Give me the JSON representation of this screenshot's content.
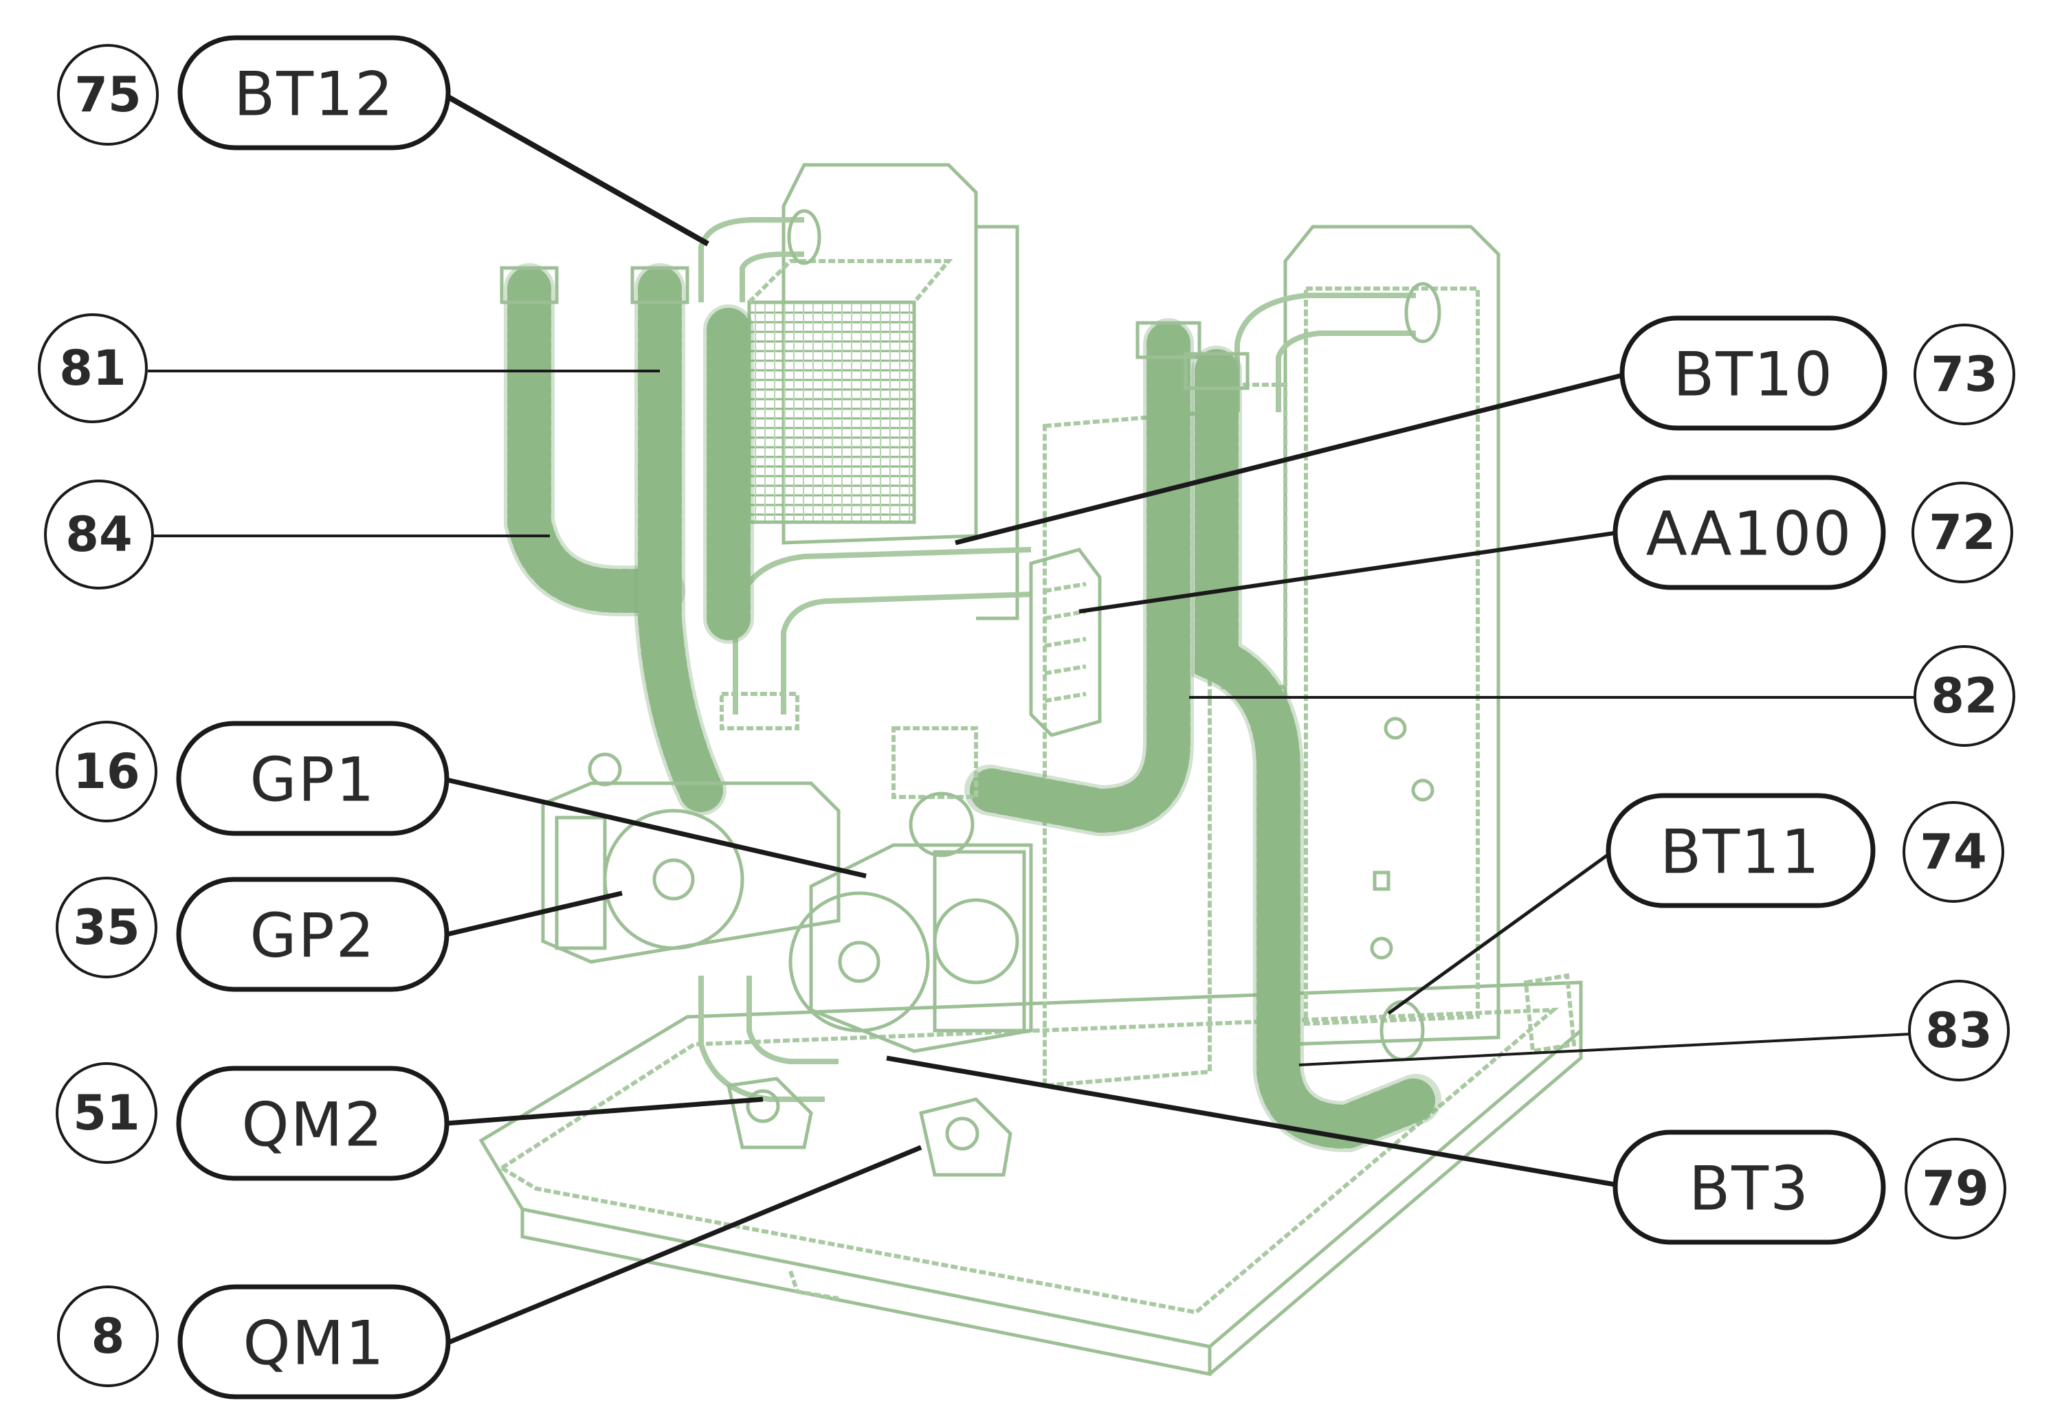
{
  "callouts": [
    {
      "id": "75",
      "tag": "BT12"
    },
    {
      "id": "81",
      "tag": ""
    },
    {
      "id": "84",
      "tag": ""
    },
    {
      "id": "73",
      "tag": "BT10"
    },
    {
      "id": "72",
      "tag": "AA100"
    },
    {
      "id": "82",
      "tag": ""
    },
    {
      "id": "16",
      "tag": "GP1"
    },
    {
      "id": "35",
      "tag": "GP2"
    },
    {
      "id": "74",
      "tag": "BT11"
    },
    {
      "id": "83",
      "tag": ""
    },
    {
      "id": "51",
      "tag": "QM2"
    },
    {
      "id": "79",
      "tag": "BT3"
    },
    {
      "id": "8",
      "tag": "QM1"
    }
  ],
  "colors": {
    "drawing_line": "#a9c9a2",
    "hose": "#8fb887",
    "callout_stroke": "#1a1a1a",
    "text": "#2a2a2a"
  }
}
